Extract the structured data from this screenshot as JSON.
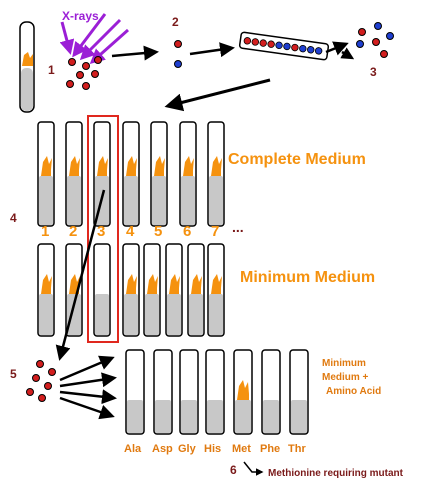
{
  "colors": {
    "orange": "#f5920f",
    "dark_red": "#7a1a1a",
    "purple": "#9b1fd6",
    "medium_gray": "#c8c8c8",
    "dot_red": "#d21e1e",
    "dot_blue": "#1f3fd0",
    "highlight_box": "#e0281e"
  },
  "icons": [
    "test-tube-icon",
    "bacteria-colony-icon",
    "xray-arrow-icon",
    "dna-strand-icon",
    "molecule-dot-icon"
  ],
  "steps": {
    "step1": "1",
    "step2": "2",
    "step3": "3",
    "step4": "4",
    "step5": "5",
    "step6": "6"
  },
  "xray_label": "X-rays",
  "complete_medium": {
    "title": "Complete Medium",
    "tube_numbers": [
      "1",
      "2",
      "3",
      "4",
      "5",
      "6",
      "7"
    ],
    "ellipsis": "..."
  },
  "minimum_medium": {
    "title": "Minimum Medium"
  },
  "supplemented_medium": {
    "line1": "Minimum",
    "line2": "Medium +",
    "line3": "Amino Acid",
    "amino_acids": [
      "Ala",
      "Asp",
      "Gly",
      "His",
      "Met",
      "Phe",
      "Thr"
    ]
  },
  "result_note": "Methionine requiring mutant"
}
